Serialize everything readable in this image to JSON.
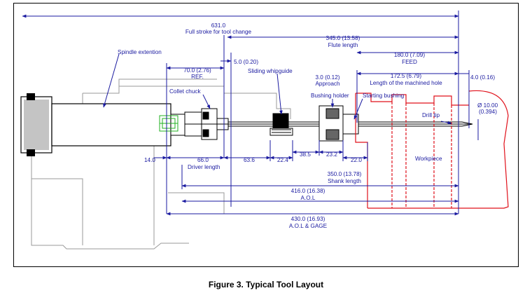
{
  "caption": "Figure 3.  Typical Tool Layout",
  "colors": {
    "dimension": "#1a1aa0",
    "workpiece": "#e0101a",
    "holder": "#22b022",
    "body_outline": "#9a9a9a",
    "body_dark": "#000000"
  },
  "labels": {
    "full_stroke_value": "631.0",
    "full_stroke_text": "Full stroke for tool change",
    "flute_value": "345.0 (13.58)",
    "flute_text": "Flute length",
    "feed_value": "180.0 (7.09)",
    "feed_text": "FEED",
    "spindle": "Spindle extention",
    "gap_value": "5.0 (0.20)",
    "ref_value": "70.0 (2.76)",
    "ref_text": "REF.",
    "whipguide": "Sliding whipguide",
    "approach_value": "3.0 (0.12)",
    "approach_text": "Approach",
    "machined_value": "172.5 (6.79)",
    "machined_text": "Length of the machined hole",
    "tip_gap_value": "4.0 (0.16)",
    "collet": "Collet chuck",
    "bushing_holder": "Bushing holder",
    "starting_bushing": "Starting bushing",
    "diameter_value": "Ø 10.00",
    "diameter_inch": "(0.394)",
    "drill_tip": "Drill tip",
    "dim_14": "14.0",
    "dim_66": "66.0",
    "driver_length": "Driver length",
    "dim_63": "63.6",
    "dim_22a": "22.4",
    "dim_38": "38.5",
    "dim_23": "23.2",
    "dim_22b": "22.0",
    "workpiece": "Workpiece",
    "shank_value": "350.0 (13.78)",
    "shank_text": "Shank length",
    "aol_value": "416.0 (16.38)",
    "aol_text": "A.O.L",
    "gage_value": "430.0 (16.93)",
    "gage_text": "A.O.L & GAGE"
  }
}
